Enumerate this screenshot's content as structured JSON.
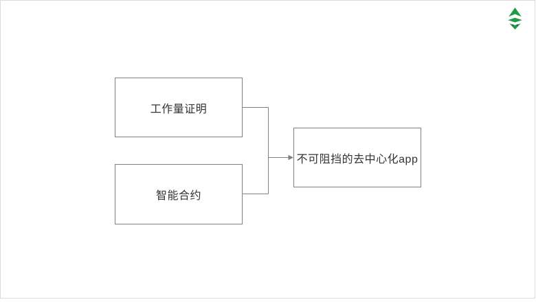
{
  "page": {
    "background_color": "#ffffff",
    "canvas_border_color": "#dcdcdc"
  },
  "logo": {
    "name": "ethereum-classic",
    "color": "#1e9b47",
    "dot_color": "#2b2b2b"
  },
  "diagram": {
    "type": "flowchart",
    "box_border_color": "#7f7f7f",
    "line_color": "#808080",
    "text_color": "#333333",
    "nodes": [
      {
        "id": "proof-of-work",
        "label": "工作量证明"
      },
      {
        "id": "smart-contract",
        "label": "智能合约"
      },
      {
        "id": "dapp",
        "label": "不可阻挡的去中心化app"
      }
    ],
    "edges": [
      {
        "from": "proof-of-work",
        "to": "dapp"
      },
      {
        "from": "smart-contract",
        "to": "dapp"
      }
    ]
  }
}
